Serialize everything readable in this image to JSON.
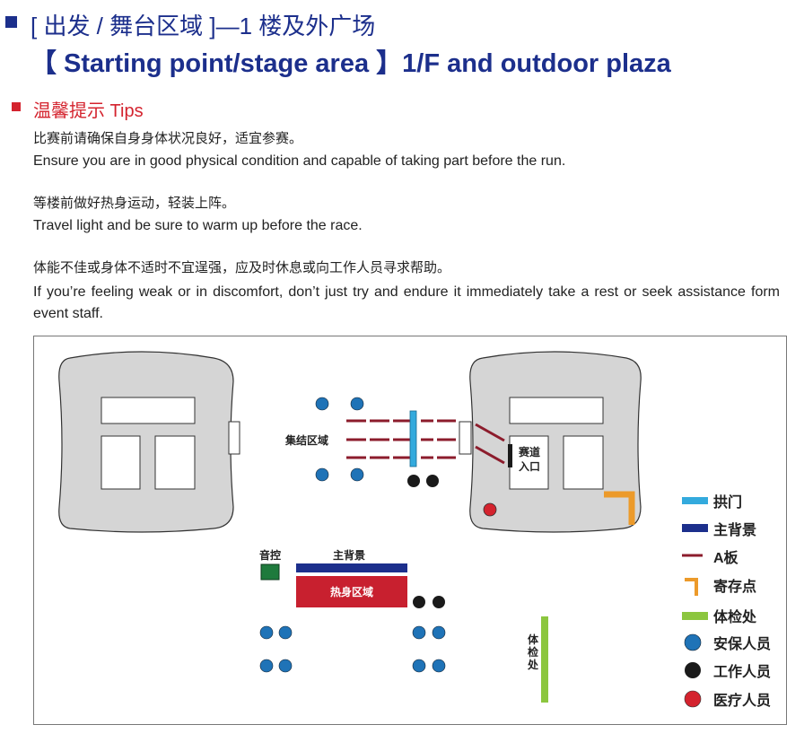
{
  "header": {
    "title_cn": "[ 出发 / 舞台区域 ]—1 楼及外广场",
    "title_en": "【 Starting point/stage area 】1/F and outdoor plaza"
  },
  "tips": {
    "heading": "温馨提示 Tips",
    "items": [
      {
        "cn": "比赛前请确保自身身体状况良好，适宜参赛。",
        "en": "Ensure you are in good physical condition and capable of taking part before the run."
      },
      {
        "cn": "等楼前做好热身运动，轻装上阵。",
        "en": "Travel light and be sure to warm up before the race."
      },
      {
        "cn": "体能不佳或身体不适时不宜逞强，应及时休息或向工作人员寻求帮助。",
        "en": "If you’re feeling weak or in discomfort, don’t just try and endure it    immediately take a rest or seek assistance form event staff."
      }
    ]
  },
  "map": {
    "labels": {
      "assembly_area": "集结区域",
      "track_entrance_line1": "赛道",
      "track_entrance_line2": "入口",
      "sound_control": "音控",
      "main_backdrop": "主背景",
      "warmup_area": "热身区域",
      "medical_check_vertical": [
        "体",
        "检",
        "处"
      ]
    },
    "colors": {
      "arch": "#33aadd",
      "backdrop": "#1c2f8c",
      "a_board": "#8c1c2c",
      "storage": "#ec9a2a",
      "medical_check": "#8cc63f",
      "security": "#1f73b7",
      "staff": "#1a1a1a",
      "medical_staff": "#d4232e",
      "warmup_fill": "#c8202f",
      "sound_control": "#1e7a3c",
      "building": "#d5d5d5"
    }
  },
  "legend": [
    {
      "label": "拱门",
      "icon": "arch-bar-icon"
    },
    {
      "label": "主背景",
      "icon": "backdrop-bar-icon"
    },
    {
      "label": "A板",
      "icon": "a-board-line-icon"
    },
    {
      "label": "寄存点",
      "icon": "storage-bracket-icon"
    },
    {
      "label": "体检处",
      "icon": "medical-check-bar-icon"
    },
    {
      "label": "安保人员",
      "icon": "security-dot-icon"
    },
    {
      "label": "工作人员",
      "icon": "staff-dot-icon"
    },
    {
      "label": "医疗人员",
      "icon": "medical-dot-icon"
    }
  ]
}
